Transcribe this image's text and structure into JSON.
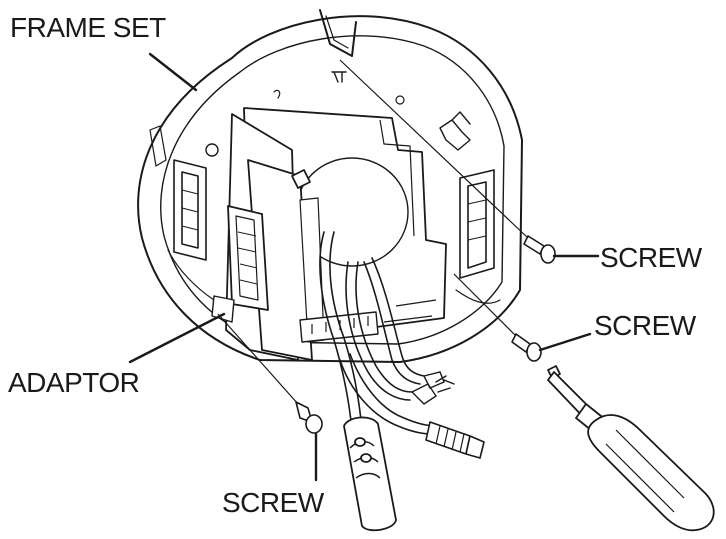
{
  "diagram": {
    "labels": {
      "frame_set": "FRAME SET",
      "adaptor": "ADAPTOR",
      "screw_right_upper": "SCREW",
      "screw_right_lower": "SCREW",
      "screw_bottom": "SCREW"
    },
    "colors": {
      "line": "#1a1a1a",
      "background": "#ffffff"
    }
  }
}
